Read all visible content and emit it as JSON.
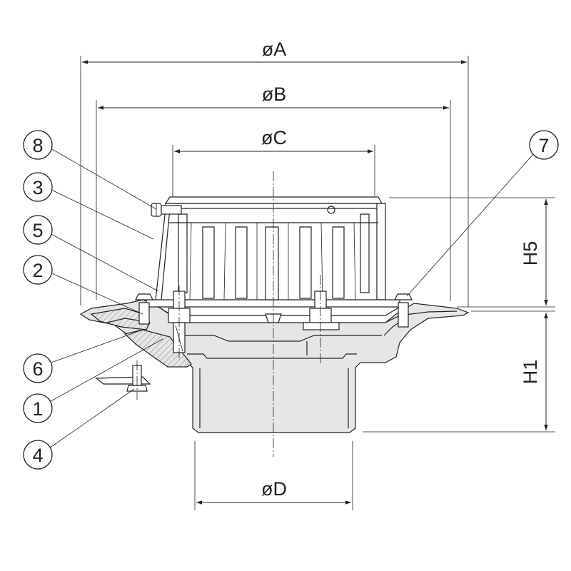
{
  "dimensions": {
    "a": "øA",
    "b": "øB",
    "c": "øC",
    "d": "øD",
    "h5": "H5",
    "h1": "H1"
  },
  "callouts": [
    "8",
    "3",
    "5",
    "2",
    "6",
    "1",
    "4",
    "7"
  ]
}
